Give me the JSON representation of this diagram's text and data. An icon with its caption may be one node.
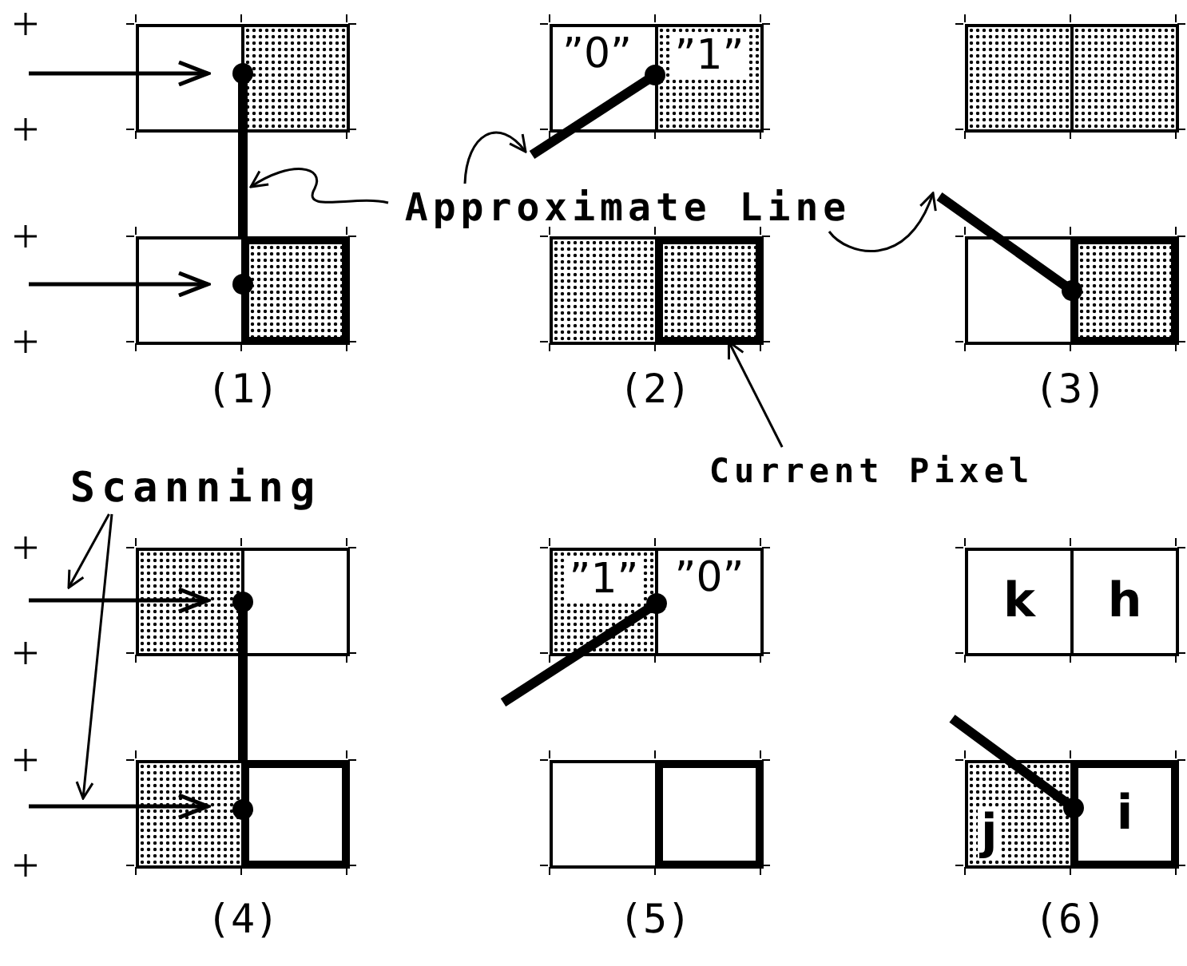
{
  "diagram": {
    "nodes": [
      {
        "text": [],
        "shape": "box"
      },
      {
        "text": [],
        "shape": "box"
      },
      {
        "text": [],
        "shape": "box"
      },
      {
        "text": [],
        "shape": "box"
      },
      {
        "text": [
          "”0”"
        ]
      },
      {
        "text": [
          "”1”"
        ]
      },
      {
        "text": [],
        "shape": "box"
      },
      {
        "text": [],
        "shape": "box"
      },
      {
        "text": [],
        "shape": "box"
      },
      {
        "text": [],
        "shape": "box"
      },
      {
        "text": [],
        "shape": "box"
      },
      {
        "text": [],
        "shape": "box"
      },
      {
        "text": [],
        "shape": "box"
      },
      {
        "text": [],
        "shape": "box"
      },
      {
        "text": [],
        "shape": "box"
      },
      {
        "text": [],
        "shape": "box"
      },
      {
        "text": [
          "”1”"
        ]
      },
      {
        "text": [
          "”0”"
        ]
      },
      {
        "text": [],
        "shape": "box"
      },
      {
        "text": [],
        "shape": "box"
      },
      {
        "text": [
          "k"
        ]
      },
      {
        "text": [
          "h"
        ]
      },
      {
        "text": [
          "j"
        ]
      },
      {
        "text": [
          "i"
        ]
      },
      {
        "text": [
          "Approximate Line"
        ]
      },
      {
        "text": [
          "Current Pixel"
        ]
      },
      {
        "text": [
          "Scanning"
        ]
      }
    ],
    "edges": [
      {
        "from": 24,
        "to": null,
        "arrow": "to"
      },
      {
        "from": 24,
        "to": null,
        "arrow": "to"
      },
      {
        "from": 24,
        "to": null,
        "arrow": "to"
      },
      {
        "from": 25,
        "to": 7,
        "arrow": "to"
      },
      {
        "from": 26,
        "to": null,
        "arrow": "to"
      },
      {
        "from": 26,
        "to": null,
        "arrow": "to"
      }
    ],
    "labels": [
      "(1)",
      "(2)",
      "(3)",
      "(4)",
      "(5)",
      "(6)"
    ]
  }
}
